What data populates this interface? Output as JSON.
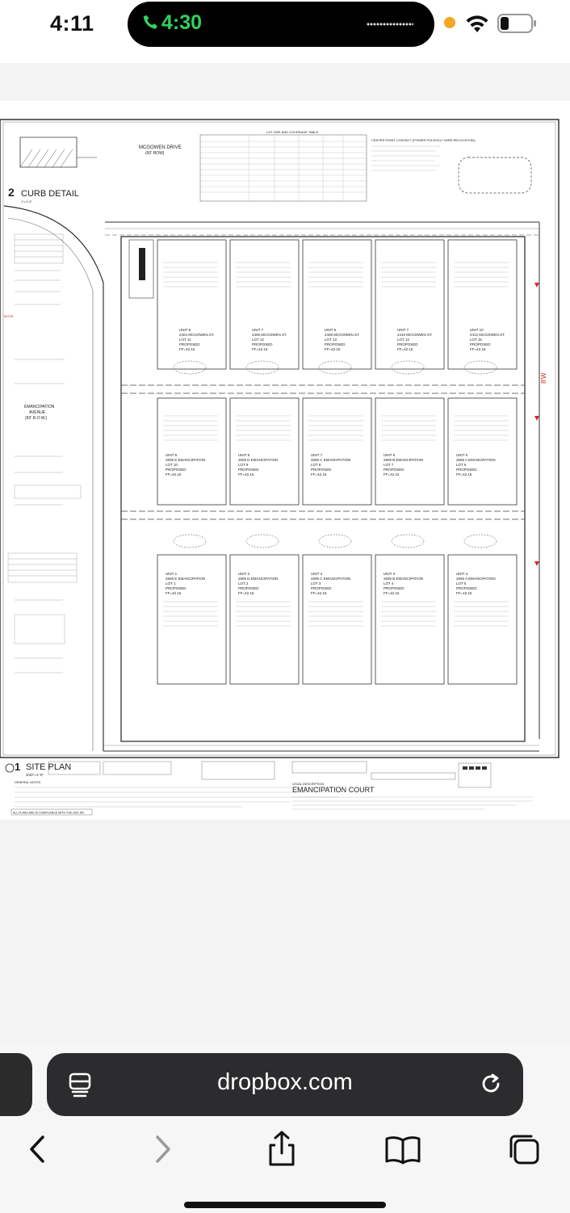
{
  "status_bar": {
    "time": "4:11",
    "call_time": "4:30"
  },
  "drawing": {
    "detail_number": "2",
    "curb_detail": "CURB DETAIL",
    "curb_scale": "1\"=1'-0\"",
    "street_1": "MCGOWEN DRIVE",
    "street_1_row": "(60' ROW)",
    "street_2": "EMANCIPATION",
    "street_2b": "AVENUE",
    "street_2_row": "(60' R.O.W.)",
    "lot_table_title": "LOT SIZE AND COVERAGE TABLE",
    "center_point_title": "CENTER POINT CONTACT (POWER POLE/GUY WIRE RELOCATION)",
    "site_plan_number": "1",
    "site_plan": "SITE PLAN",
    "site_plan_scale": "3/32\"=1'-0\"",
    "project_name": "EMANCIPATION COURT",
    "legal_description": "LEGAL DESCRIPTION",
    "general_notes": "GENERAL NOTES",
    "compliance_note": "ALL PLANS ARE IN COMPLIANCE WITH THE 2021 IRC",
    "easement_label": "8'W",
    "units_row_1": [
      {
        "unit": "UNIT 8",
        "address": "2404 MCGOWEN ST.",
        "lot": "LOT 11",
        "status": "PROPOSED",
        "ff": "FF=42.16"
      },
      {
        "unit": "UNIT 7",
        "address": "2406 MCGOWEN ST.",
        "lot": "LOT 12",
        "status": "PROPOSED",
        "ff": "FF=42.16"
      },
      {
        "unit": "UNIT 6",
        "address": "2408 MCGOWEN ST.",
        "lot": "LOT 13",
        "status": "PROPOSED",
        "ff": "FF=42.16"
      },
      {
        "unit": "UNIT 7",
        "address": "2410 MCGOWEN ST.",
        "lot": "LOT 14",
        "status": "PROPOSED",
        "ff": "FF=42.16"
      },
      {
        "unit": "UNIT 10",
        "address": "2412 MCGOWEN ST.",
        "lot": "LOT 15",
        "status": "PROPOSED",
        "ff": "FF=42.16"
      }
    ],
    "units_row_2": [
      {
        "unit": "UNIT 9",
        "address": "2605 E EMANCIPATION",
        "lot": "LOT 10",
        "status": "PROPOSED",
        "ff": "FF=42.16"
      },
      {
        "unit": "UNIT 8",
        "address": "2605 D EMANCIPATION",
        "lot": "LOT 9",
        "status": "PROPOSED",
        "ff": "FF=42.16"
      },
      {
        "unit": "UNIT 7",
        "address": "2605 C EMANCIPATION",
        "lot": "LOT 8",
        "status": "PROPOSED",
        "ff": "FF=42.16"
      },
      {
        "unit": "UNIT 6",
        "address": "2605 B EMANCIPATION",
        "lot": "LOT 7",
        "status": "PROPOSED",
        "ff": "FF=42.16"
      },
      {
        "unit": "UNIT 5",
        "address": "2605 A EMANCIPATION",
        "lot": "LOT 6",
        "status": "PROPOSED",
        "ff": "FF=42.16"
      }
    ],
    "units_row_3": [
      {
        "unit": "UNIT 1",
        "address": "2605 E EMANCIPATION",
        "lot": "LOT 1",
        "status": "PROPOSED",
        "ff": "FF=42.16"
      },
      {
        "unit": "UNIT 2",
        "address": "2605 D EMANCIPATION",
        "lot": "LOT 2",
        "status": "PROPOSED",
        "ff": "FF=42.16"
      },
      {
        "unit": "UNIT 3",
        "address": "2605 C EMANCIPATION",
        "lot": "LOT 3",
        "status": "PROPOSED",
        "ff": "FF=42.16"
      },
      {
        "unit": "UNIT 3",
        "address": "2605 B EMANCIPATION",
        "lot": "LOT 4",
        "status": "PROPOSED",
        "ff": "FF=42.16"
      },
      {
        "unit": "UNIT 4",
        "address": "2605 A EMANCIPATION",
        "lot": "LOT 5",
        "status": "PROPOSED",
        "ff": "FF=42.16"
      }
    ]
  },
  "browser": {
    "url": "dropbox.com"
  },
  "icons": {
    "call": "phone-icon",
    "wifi": "wifi-icon",
    "battery": "battery-icon",
    "reader": "reader-icon",
    "reload": "reload-icon",
    "back": "chevron-left-icon",
    "forward": "chevron-right-icon",
    "share": "share-icon",
    "bookmarks": "book-icon",
    "tabs": "tabs-icon"
  },
  "colors": {
    "call_green": "#33d15c",
    "recording_dot": "#f5a623",
    "address_bar": "#2c2c2e",
    "drawing_red": "#d62828"
  }
}
